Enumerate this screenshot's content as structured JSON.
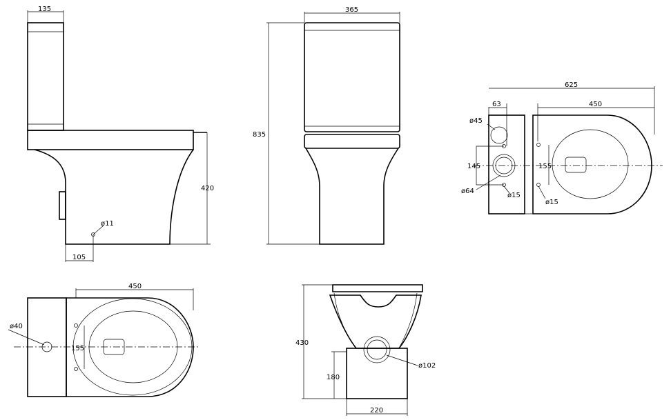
{
  "side_view": {
    "dims": [
      "135",
      "420",
      "ø11",
      "105"
    ]
  },
  "front_view": {
    "dims": [
      "365",
      "835"
    ]
  },
  "top_right_view": {
    "dims": [
      "625",
      "63",
      "450",
      "ø45",
      "145",
      "155",
      "ø64",
      "ø15",
      "ø15"
    ]
  },
  "plan_view": {
    "dims": [
      "450",
      "ø40",
      "155"
    ]
  },
  "rear_view": {
    "dims": [
      "430",
      "ø102",
      "180",
      "220"
    ]
  }
}
